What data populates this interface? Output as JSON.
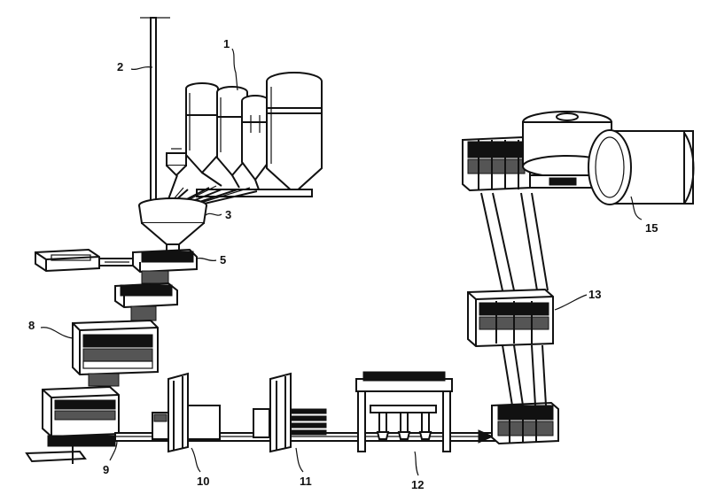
{
  "labels": {
    "l1": "1",
    "l2": "2",
    "l3": "3",
    "l5": "5",
    "l8": "8",
    "l9": "9",
    "l10": "10",
    "l11": "11",
    "l12": "12",
    "l13": "13",
    "l15": "15"
  }
}
